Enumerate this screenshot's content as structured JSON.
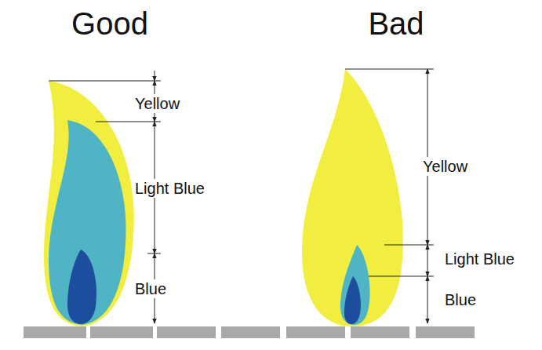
{
  "diagram": {
    "labels": [
      "Good",
      "Yellow",
      "Light Blue",
      "Blue",
      "Bad",
      "Yellow",
      "Light Blue",
      "Blue"
    ]
  }
}
